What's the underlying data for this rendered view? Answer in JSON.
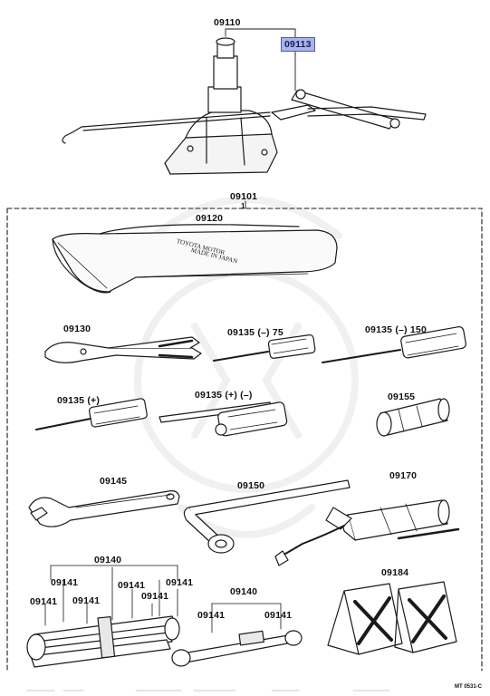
{
  "diagram": {
    "highlight_color": "#aab4e8",
    "parts": [
      {
        "id": "jack",
        "label": "09110"
      },
      {
        "id": "jack-handle",
        "label": "09113",
        "highlighted": true
      },
      {
        "id": "tool-set",
        "label": "09101"
      },
      {
        "id": "tool-set-qty",
        "label": "1"
      },
      {
        "id": "tool-bag",
        "label": "09120"
      },
      {
        "id": "pliers",
        "label": "09130"
      },
      {
        "id": "screwdriver-minus-75",
        "label": "09135 (–) 75"
      },
      {
        "id": "screwdriver-minus-150",
        "label": "09135 (–) 150"
      },
      {
        "id": "screwdriver-plus",
        "label": "09135 (+)"
      },
      {
        "id": "screwdriver-plus-minus",
        "label": "09135 (+) (–)"
      },
      {
        "id": "plug-wrench",
        "label": "09155"
      },
      {
        "id": "adjustable-wrench",
        "label": "09145"
      },
      {
        "id": "wheel-nut-wrench",
        "label": "09150"
      },
      {
        "id": "grease-gun",
        "label": "09170"
      },
      {
        "id": "wrench-set-group-left",
        "label": "09140"
      },
      {
        "id": "wrench-left-1",
        "label": "09141"
      },
      {
        "id": "wrench-left-2",
        "label": "09141"
      },
      {
        "id": "wrench-left-3",
        "label": "09141"
      },
      {
        "id": "wrench-left-4",
        "label": "09141"
      },
      {
        "id": "wrench-left-5",
        "label": "09141"
      },
      {
        "id": "wrench-left-6",
        "label": "09141"
      },
      {
        "id": "wrench-set-group-right",
        "label": "09140"
      },
      {
        "id": "wrench-right-1",
        "label": "09141"
      },
      {
        "id": "wrench-right-2",
        "label": "09141"
      },
      {
        "id": "wheel-chock",
        "label": "09184"
      }
    ],
    "bag_print": [
      "TOYOTA MOTOR",
      "MADE IN JAPAN"
    ],
    "figure_code": "MT 0531-C"
  }
}
